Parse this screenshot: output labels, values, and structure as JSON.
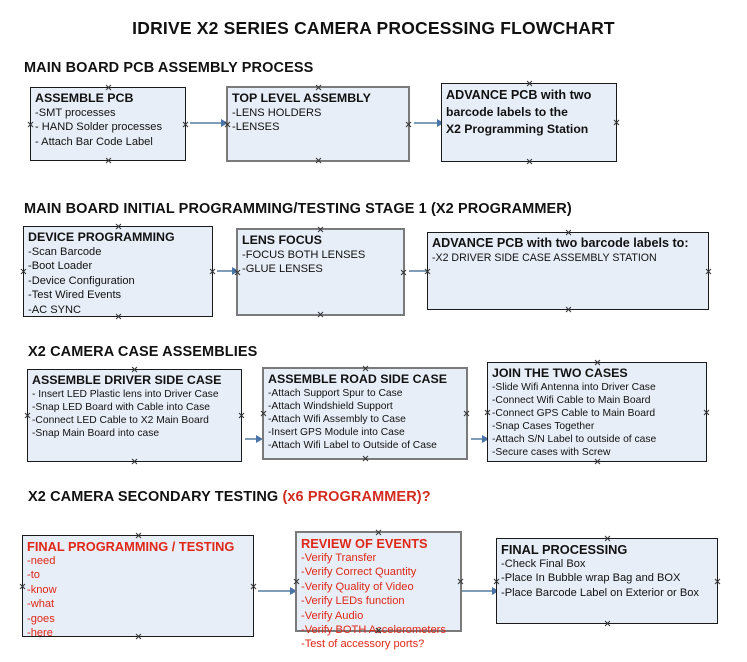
{
  "document": {
    "title": "IDRIVE X2  SERIES CAMERA PROCESSING FLOWCHART"
  },
  "sections": [
    {
      "id": "main-board-pcb-assembly",
      "heading": "MAIN BOARD PCB ASSEMBLY PROCESS",
      "heading_accent": ""
    },
    {
      "id": "main-board-initial-programming",
      "heading": "MAIN BOARD INITIAL PROGRAMMING/TESTING STAGE 1 (X2 PROGRAMMER)",
      "heading_accent": ""
    },
    {
      "id": "x2-camera-case-assemblies",
      "heading": "X2 CAMERA CASE ASSEMBLIES",
      "heading_accent": ""
    },
    {
      "id": "x2-camera-secondary-testing",
      "heading": "X2 CAMERA SECONDARY TESTING ",
      "heading_accent": "(x6 PROGRAMMER)?"
    }
  ],
  "boxes": {
    "assemble_pcb": {
      "title": "ASSEMBLE PCB",
      "lines": [
        " -SMT processes",
        "- HAND Solder processes",
        "- Attach Bar Code Label"
      ]
    },
    "top_level_assembly": {
      "title": "TOP LEVEL ASSEMBLY",
      "lines": [
        "-LENS HOLDERS",
        "-LENSES"
      ]
    },
    "advance_pcb_programming_station": {
      "title": "ADVANCE PCB with two",
      "lines": [
        "barcode labels to the",
        " X2 Programming Station"
      ]
    },
    "device_programming": {
      "title": "DEVICE PROGRAMMING",
      "lines": [
        "-Scan Barcode",
        "-Boot Loader",
        "-Device Configuration",
        "-Test Wired Events",
        "-AC SYNC"
      ]
    },
    "lens_focus": {
      "title": "LENS FOCUS",
      "lines": [
        "-FOCUS BOTH LENSES",
        "-GLUE LENSES"
      ]
    },
    "advance_pcb_driver_side": {
      "title": "ADVANCE PCB with two barcode labels to:",
      "lines": [
        "-X2 DRIVER  SIDE  CASE  ASSEMBLY STATION"
      ]
    },
    "assemble_driver_side_case": {
      "title": "ASSEMBLE DRIVER SIDE CASE",
      "lines": [
        "- Insert LED Plastic lens into Driver Case",
        "-Snap LED Board with Cable into Case",
        "-Connect LED Cable to X2 Main Board",
        "-Snap Main Board into case"
      ]
    },
    "assemble_road_side_case": {
      "title": "ASSEMBLE ROAD SIDE CASE",
      "lines": [
        "-Attach Support Spur to Case",
        "-Attach Windshield Support",
        "-Attach Wifi Assembly to Case",
        "-Insert GPS Module into Case",
        "-Attach Wifi Label to Outside of Case"
      ]
    },
    "join_the_two_cases": {
      "title": "JOIN THE TWO CASES",
      "lines": [
        "-Slide Wifi Antenna into Driver Case",
        "-Connect Wifi Cable to Main Board",
        "-Connect GPS Cable to Main Board",
        "-Snap Cases Together",
        "-Attach S/N Label to outside of case",
        "-Secure cases with Screw"
      ]
    },
    "final_programming_testing": {
      "title": "FINAL PROGRAMMING / TESTING",
      "lines": [
        "-need",
        "-to",
        "-know",
        "-what",
        "-goes",
        "-here"
      ]
    },
    "review_of_events": {
      "title": "REVIEW OF EVENTS",
      "lines": [
        "-Verify Transfer",
        "-Verify Correct Quantity",
        "-Verify Quality of Video",
        "-Verify LEDs function",
        "-Verify Audio",
        "-Verify BOTH Accelerometers",
        "-Test of accessory ports?"
      ]
    },
    "final_processing": {
      "title": "FINAL PROCESSING",
      "lines": [
        " -Check Final Box",
        "-Place In Bubble wrap Bag and BOX",
        "-Place Barcode Label on Exterior or Box"
      ]
    }
  },
  "colors": {
    "box_fill": "#e8eef7",
    "border_dark": "#1a1a1a",
    "border_gray": "#7a7a7a",
    "text_dark": "#111111",
    "text_red": "#e02718",
    "heading_accent_red": "#d42b20",
    "arrow_shaft": "#7f9db9",
    "arrow_head": "#4a74a8"
  }
}
